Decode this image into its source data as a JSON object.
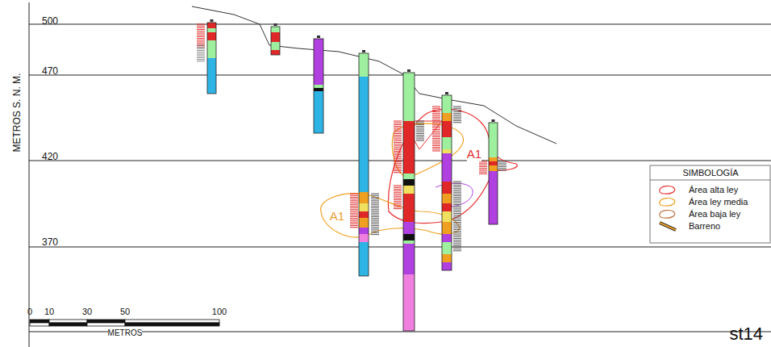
{
  "diagram": {
    "labels": [
      "500",
      "470",
      "420",
      "370",
      "METROS S. N. M.",
      "A1",
      "A1",
      "0",
      "10",
      "30",
      "50",
      "100",
      "METROS",
      "SIMBOLOGÍA",
      "st14"
    ],
    "legend": [
      {
        "text": "Área alta ley"
      },
      {
        "text": "Área ley media"
      },
      {
        "text": "Área baja ley"
      },
      {
        "text": "Barreno"
      }
    ]
  }
}
